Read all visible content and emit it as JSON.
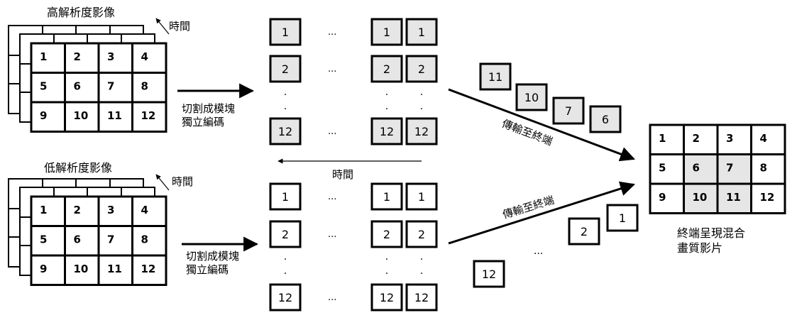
{
  "high_res": {
    "title": "高解析度影像",
    "time_label": "時間",
    "grid": [
      "1",
      "2",
      "3",
      "4",
      "5",
      "6",
      "7",
      "8",
      "9",
      "10",
      "11",
      "12"
    ],
    "split_label_line1": "切割成模塊",
    "split_label_line2": "獨立編碼",
    "tiles": {
      "row1": [
        "1",
        "1",
        "1"
      ],
      "row2": [
        "2",
        "2",
        "2"
      ],
      "row3": [
        "12",
        "12",
        "12"
      ],
      "ellipsis": "...",
      "vdot": "."
    }
  },
  "low_res": {
    "title": "低解析度影像",
    "time_label": "時間",
    "grid": [
      "1",
      "2",
      "3",
      "4",
      "5",
      "6",
      "7",
      "8",
      "9",
      "10",
      "11",
      "12"
    ],
    "split_label_line1": "切割成模塊",
    "split_label_line2": "獨立編碼",
    "tiles": {
      "row1": [
        "1",
        "1",
        "1"
      ],
      "row2": [
        "2",
        "2",
        "2"
      ],
      "row3": [
        "12",
        "12",
        "12"
      ],
      "ellipsis": "...",
      "vdot": "."
    }
  },
  "middle_time_label": "時間",
  "transmit_label": "傳輸至終端",
  "high_stream_tiles": [
    "11",
    "10",
    "7",
    "6"
  ],
  "low_stream_tiles": [
    "1",
    "2",
    "12"
  ],
  "low_stream_ellipsis": "...",
  "result": {
    "grid": [
      "1",
      "2",
      "3",
      "4",
      "5",
      "6",
      "7",
      "8",
      "9",
      "10",
      "11",
      "12"
    ],
    "highlighted": [
      5,
      6,
      9,
      10
    ],
    "caption_line1": "終端呈現混合",
    "caption_line2": "畫質影片"
  },
  "colors": {
    "tile_gray": "#e6e6e6",
    "line": "#000000"
  }
}
